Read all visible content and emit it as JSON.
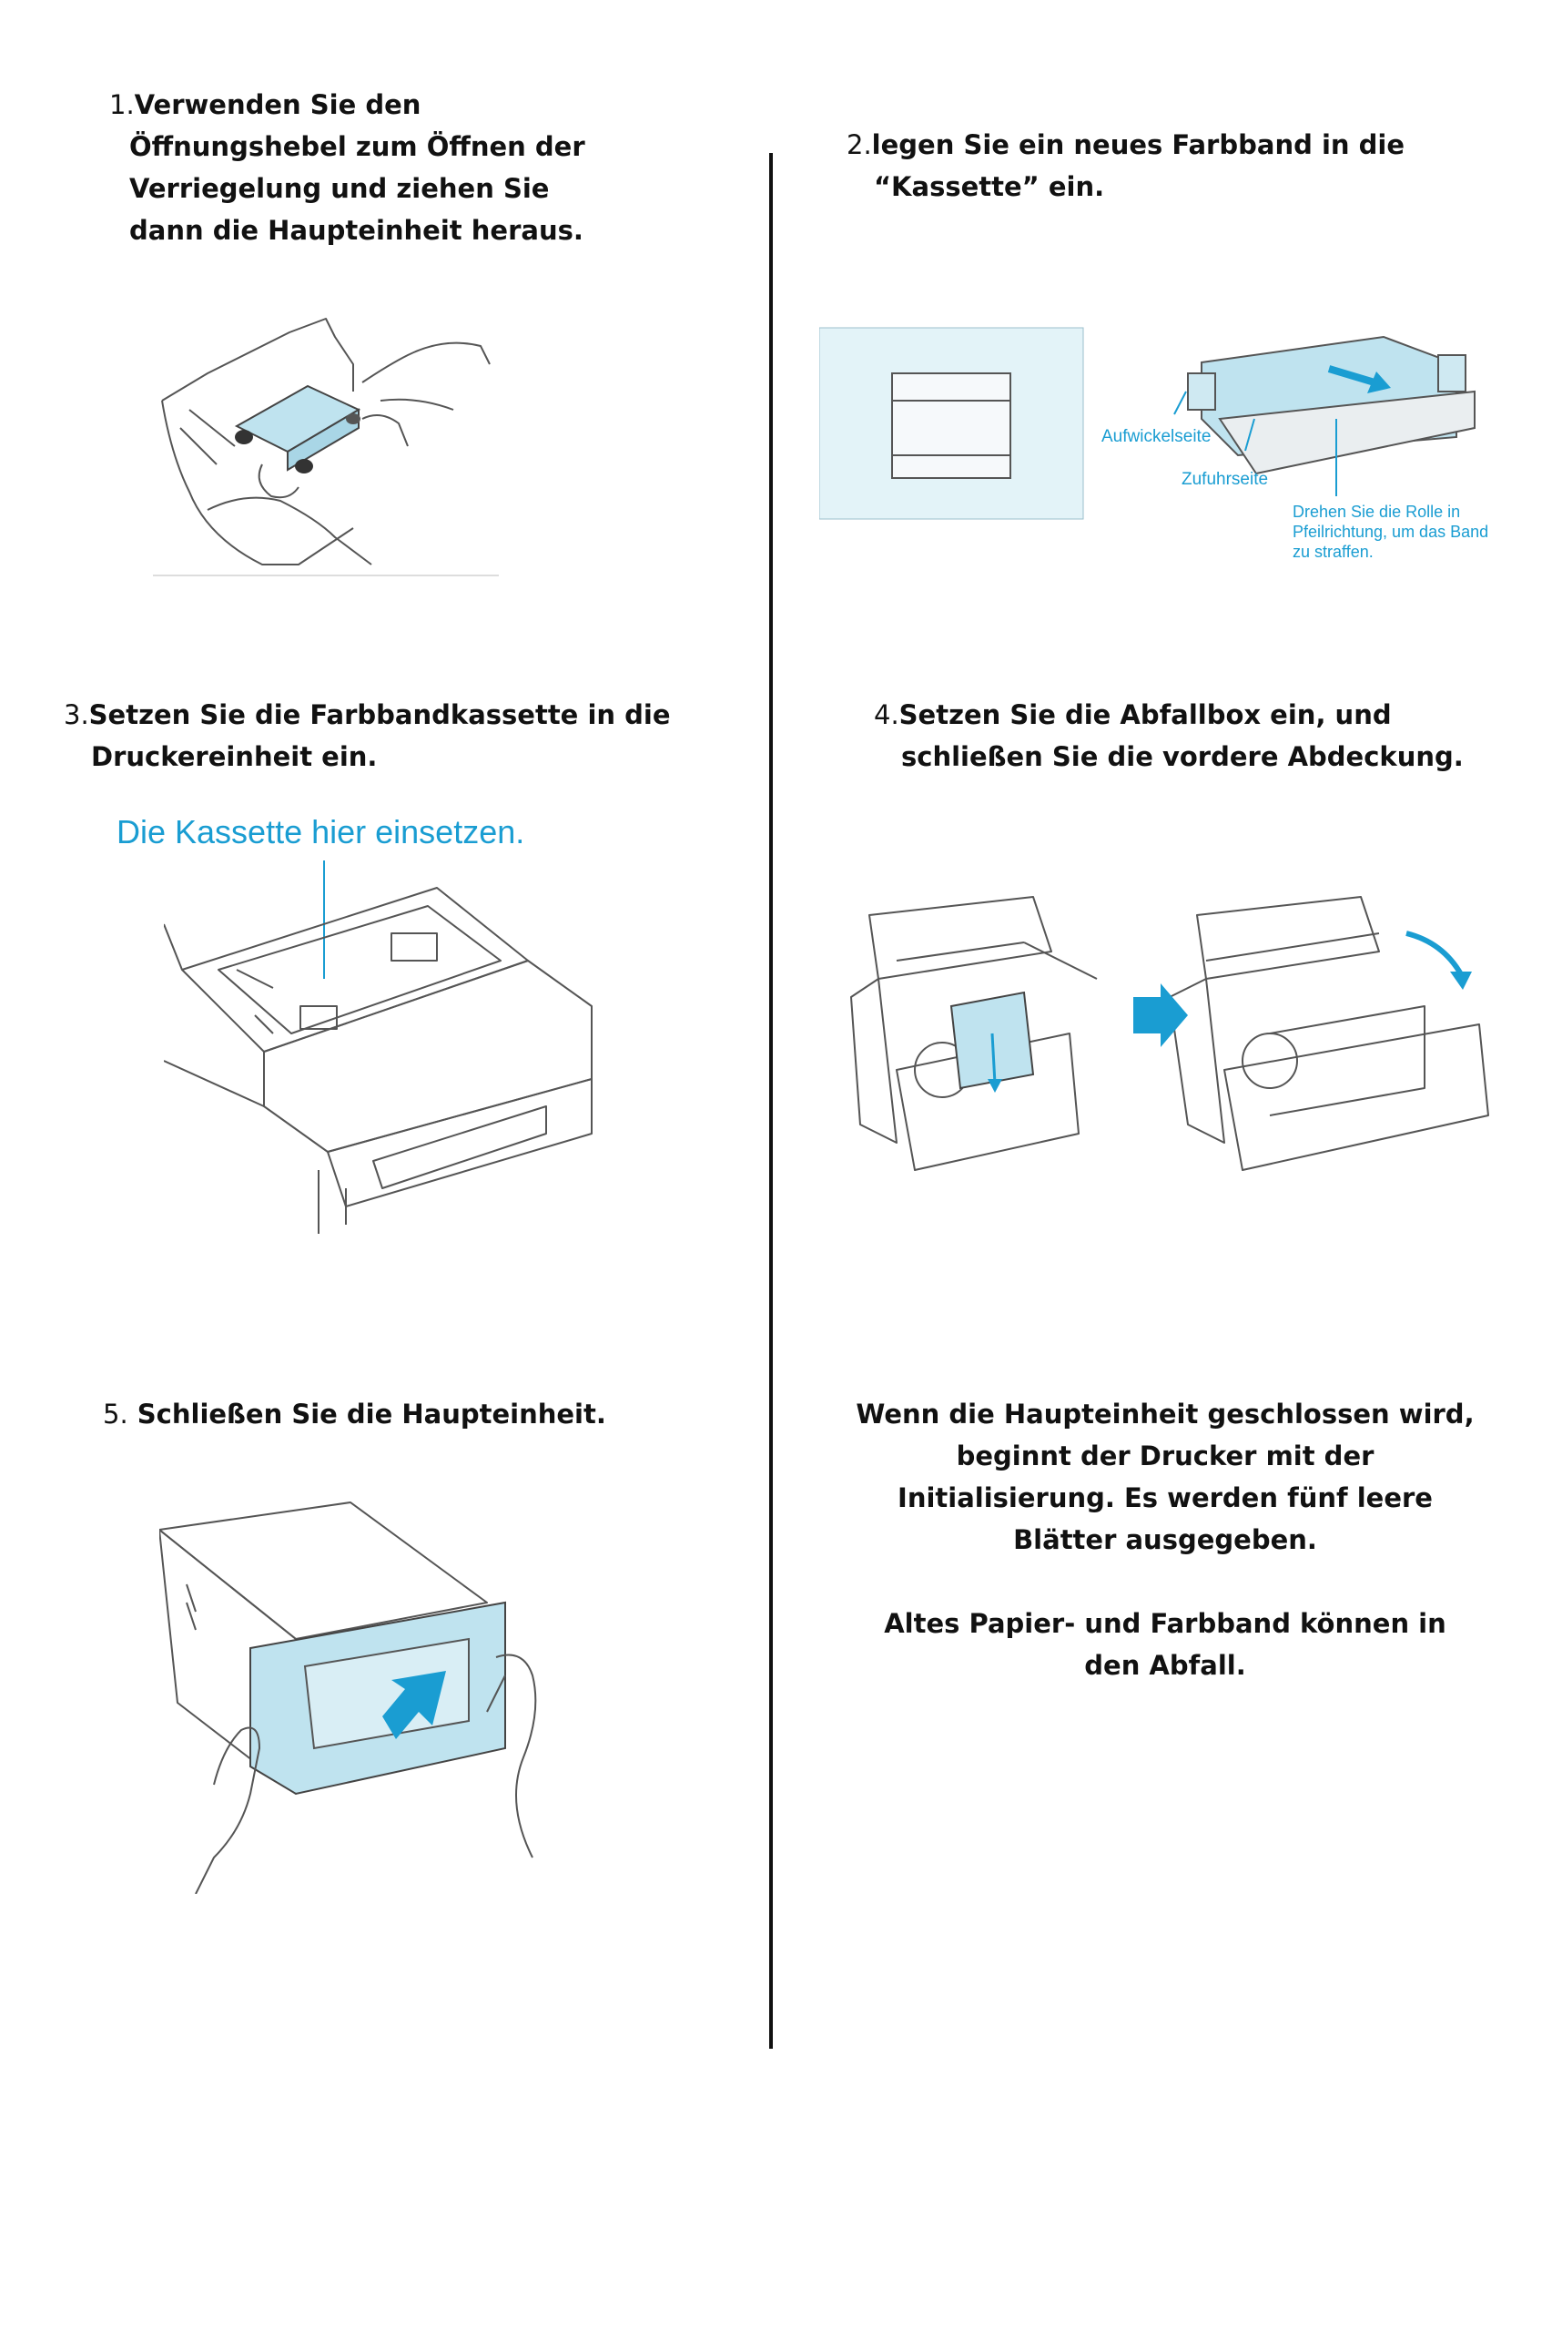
{
  "steps": [
    {
      "num": "1.",
      "lines": [
        "Verwenden Sie den",
        "Öffnungshebel zum Öffnen der",
        "Verriegelung und ziehen Sie",
        "dann die Haupteinheit heraus."
      ]
    },
    {
      "num": "2.",
      "lines": [
        "legen Sie ein neues Farbband in die",
        "“Kassette” ein."
      ]
    },
    {
      "num": "3.",
      "lines": [
        "Setzen Sie die Farbbandkassette in die",
        "Druckereinheit ein."
      ]
    },
    {
      "num": "4.",
      "lines": [
        "Setzen Sie die Abfallbox ein, und",
        "schließen Sie die vordere Abdeckung."
      ]
    },
    {
      "num": "5.",
      "lines": [
        "Schließen Sie die Haupteinheit."
      ]
    }
  ],
  "figure2": {
    "label_take_up": "Aufwickelseite",
    "label_supply": "Zufuhrseite",
    "label_turn_1": "Drehen Sie die Rolle in",
    "label_turn_2": "Pfeilrichtung, um das Band",
    "label_turn_3": "zu straffen."
  },
  "figure3": {
    "callout": "Die Kassette hier einsetzen."
  },
  "info": {
    "para1": [
      "Wenn die Haupteinheit geschlossen wird,",
      "beginnt der Drucker mit der",
      "Initialisierung. Es werden fünf leere",
      "Blätter ausgegeben."
    ],
    "para2": [
      "Altes Papier- und Farbband können in",
      "den Abfall."
    ]
  },
  "colors": {
    "accent": "#1a9dd2",
    "cassette_fill": "#bfe3ef",
    "line": "#555555"
  }
}
